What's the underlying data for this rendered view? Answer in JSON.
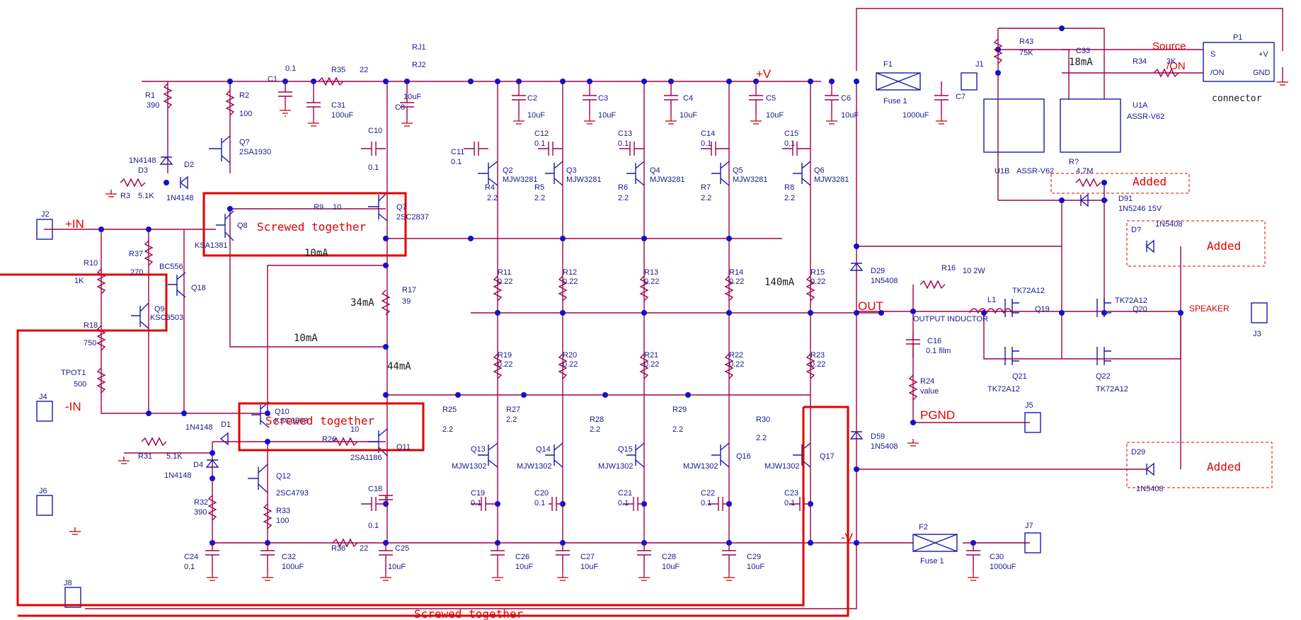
{
  "ports": {
    "in_pos": "+IN",
    "in_neg": "-IN",
    "pos_rail": "+V",
    "neg_rail": "-V",
    "out": "OUT",
    "pgnd": "PGND",
    "speaker": "SPEAKER",
    "source": "Source",
    "on": "/ON"
  },
  "connectors": [
    {
      "ref": "J1"
    },
    {
      "ref": "J2"
    },
    {
      "ref": "J3"
    },
    {
      "ref": "J4"
    },
    {
      "ref": "J5"
    },
    {
      "ref": "J6"
    },
    {
      "ref": "J7"
    },
    {
      "ref": "J8"
    },
    {
      "ref": "P1",
      "pins": [
        "S",
        "+V",
        "/ON",
        "GND"
      ],
      "caption": "connector"
    }
  ],
  "notes": {
    "screwed": "Screwed together",
    "added": "Added",
    "i_10mA": "10mA",
    "i_34mA": "34mA",
    "i_44mA": "44mA",
    "i_140mA": "140mA",
    "i_18mA": "18mA"
  },
  "resistors": [
    {
      "ref": "R1",
      "value": "390"
    },
    {
      "ref": "R2",
      "value": "100"
    },
    {
      "ref": "R3",
      "value": "5.1K"
    },
    {
      "ref": "R4",
      "value": "2.2"
    },
    {
      "ref": "R5",
      "value": "2.2"
    },
    {
      "ref": "R6",
      "value": "2.2"
    },
    {
      "ref": "R7",
      "value": "2.2"
    },
    {
      "ref": "R8",
      "value": "2.2"
    },
    {
      "ref": "R9",
      "value": "10"
    },
    {
      "ref": "R10",
      "value": "1K"
    },
    {
      "ref": "R11",
      "value": "0.22"
    },
    {
      "ref": "R12",
      "value": "0.22"
    },
    {
      "ref": "R13",
      "value": "0.22"
    },
    {
      "ref": "R14",
      "value": "0.22"
    },
    {
      "ref": "R15",
      "value": "0.22"
    },
    {
      "ref": "R16",
      "value": "10 2W"
    },
    {
      "ref": "R17",
      "value": "39"
    },
    {
      "ref": "R18",
      "value": "750"
    },
    {
      "ref": "R19",
      "value": "0.22"
    },
    {
      "ref": "R20",
      "value": "0.22"
    },
    {
      "ref": "R21",
      "value": "0.22"
    },
    {
      "ref": "R22",
      "value": "0.22"
    },
    {
      "ref": "R23",
      "value": "0.22"
    },
    {
      "ref": "R24",
      "value": "value"
    },
    {
      "ref": "R25",
      "value": "2.2"
    },
    {
      "ref": "R26",
      "value": "10"
    },
    {
      "ref": "R27",
      "value": "2.2"
    },
    {
      "ref": "R28",
      "value": "2.2"
    },
    {
      "ref": "R29",
      "value": "2.2"
    },
    {
      "ref": "R30",
      "value": "2.2"
    },
    {
      "ref": "R31",
      "value": "5.1K"
    },
    {
      "ref": "R32",
      "value": "390"
    },
    {
      "ref": "R33",
      "value": "100"
    },
    {
      "ref": "R34",
      "value": "3K"
    },
    {
      "ref": "R35",
      "value": "22"
    },
    {
      "ref": "R36",
      "value": "22"
    },
    {
      "ref": "R37",
      "value": "270"
    },
    {
      "ref": "R43",
      "value": "75K"
    },
    {
      "ref": "R?",
      "value": "4.7M"
    },
    {
      "ref": "TPOT1",
      "value": "500"
    },
    {
      "ref": "RJ1",
      "value": ""
    },
    {
      "ref": "RJ2",
      "value": ""
    }
  ],
  "capacitors": [
    {
      "ref": "C1",
      "value": "0.1"
    },
    {
      "ref": "C2",
      "value": "10uF"
    },
    {
      "ref": "C3",
      "value": "10uF"
    },
    {
      "ref": "C4",
      "value": "10uF"
    },
    {
      "ref": "C5",
      "value": "10uF"
    },
    {
      "ref": "C6",
      "value": "10uF"
    },
    {
      "ref": "C7",
      "value": "1000uF"
    },
    {
      "ref": "C8",
      "value": "10uF"
    },
    {
      "ref": "C10",
      "value": "0.1"
    },
    {
      "ref": "C11",
      "value": "0.1"
    },
    {
      "ref": "C12",
      "value": "0.1"
    },
    {
      "ref": "C13",
      "value": "0.1"
    },
    {
      "ref": "C14",
      "value": "0.1"
    },
    {
      "ref": "C15",
      "value": "0.1"
    },
    {
      "ref": "C16",
      "value": "0.1 film"
    },
    {
      "ref": "C18",
      "value": "0.1"
    },
    {
      "ref": "C19",
      "value": "0.1"
    },
    {
      "ref": "C20",
      "value": "0.1"
    },
    {
      "ref": "C21",
      "value": "0.1"
    },
    {
      "ref": "C22",
      "value": "0.1"
    },
    {
      "ref": "C23",
      "value": "0.1"
    },
    {
      "ref": "C24",
      "value": "0.1"
    },
    {
      "ref": "C25",
      "value": "10uF"
    },
    {
      "ref": "C26",
      "value": "10uF"
    },
    {
      "ref": "C27",
      "value": "10uF"
    },
    {
      "ref": "C28",
      "value": "10uF"
    },
    {
      "ref": "C29",
      "value": "10uF"
    },
    {
      "ref": "C30",
      "value": "1000uF"
    },
    {
      "ref": "C31",
      "value": "100uF"
    },
    {
      "ref": "C32",
      "value": "100uF"
    },
    {
      "ref": "C33",
      "value": ""
    }
  ],
  "transistors": [
    {
      "ref": "Q?",
      "part": "2SA1930"
    },
    {
      "ref": "Q2",
      "part": "MJW3281"
    },
    {
      "ref": "Q3",
      "part": "MJW3281"
    },
    {
      "ref": "Q4",
      "part": "MJW3281"
    },
    {
      "ref": "Q5",
      "part": "MJW3281"
    },
    {
      "ref": "Q6",
      "part": "MJW3281"
    },
    {
      "ref": "Q7",
      "part": "2SC2837"
    },
    {
      "ref": "Q8",
      "part": "KSA1381"
    },
    {
      "ref": "Q9",
      "part": "KSC3503"
    },
    {
      "ref": "Q10",
      "part": "KSC3503"
    },
    {
      "ref": "Q11",
      "part": "2SA1186"
    },
    {
      "ref": "Q12",
      "part": "2SC4793"
    },
    {
      "ref": "Q13",
      "part": "MJW1302"
    },
    {
      "ref": "Q14",
      "part": "MJW1302"
    },
    {
      "ref": "Q15",
      "part": "MJW1302"
    },
    {
      "ref": "Q16",
      "part": "MJW1302"
    },
    {
      "ref": "Q17",
      "part": "MJW1302"
    },
    {
      "ref": "Q18",
      "part": "BC556"
    },
    {
      "ref": "Q19",
      "part": "TK72A12"
    },
    {
      "ref": "Q20",
      "part": "TK72A12"
    },
    {
      "ref": "Q21",
      "part": "TK72A12"
    },
    {
      "ref": "Q22",
      "part": "TK72A12"
    }
  ],
  "diodes": [
    {
      "ref": "D1",
      "part": "1N4148"
    },
    {
      "ref": "D2",
      "part": "1N4148"
    },
    {
      "ref": "D3",
      "part": "1N4148"
    },
    {
      "ref": "D4",
      "part": "1N4148"
    },
    {
      "ref": "D29",
      "part": "1N5408"
    },
    {
      "ref": "D59",
      "part": "1N5408"
    },
    {
      "ref": "D?",
      "part": "1N5408"
    },
    {
      "ref": "D91",
      "part": "1N5246 15V"
    }
  ],
  "misc": [
    {
      "ref": "F1",
      "part": "Fuse 1"
    },
    {
      "ref": "F2",
      "part": "Fuse 1"
    },
    {
      "ref": "L1",
      "part": "OUTPUT INDUCTOR"
    },
    {
      "ref": "U1A",
      "part": "ASSR-V62"
    },
    {
      "ref": "U1B",
      "part": "ASSR-V62"
    }
  ]
}
